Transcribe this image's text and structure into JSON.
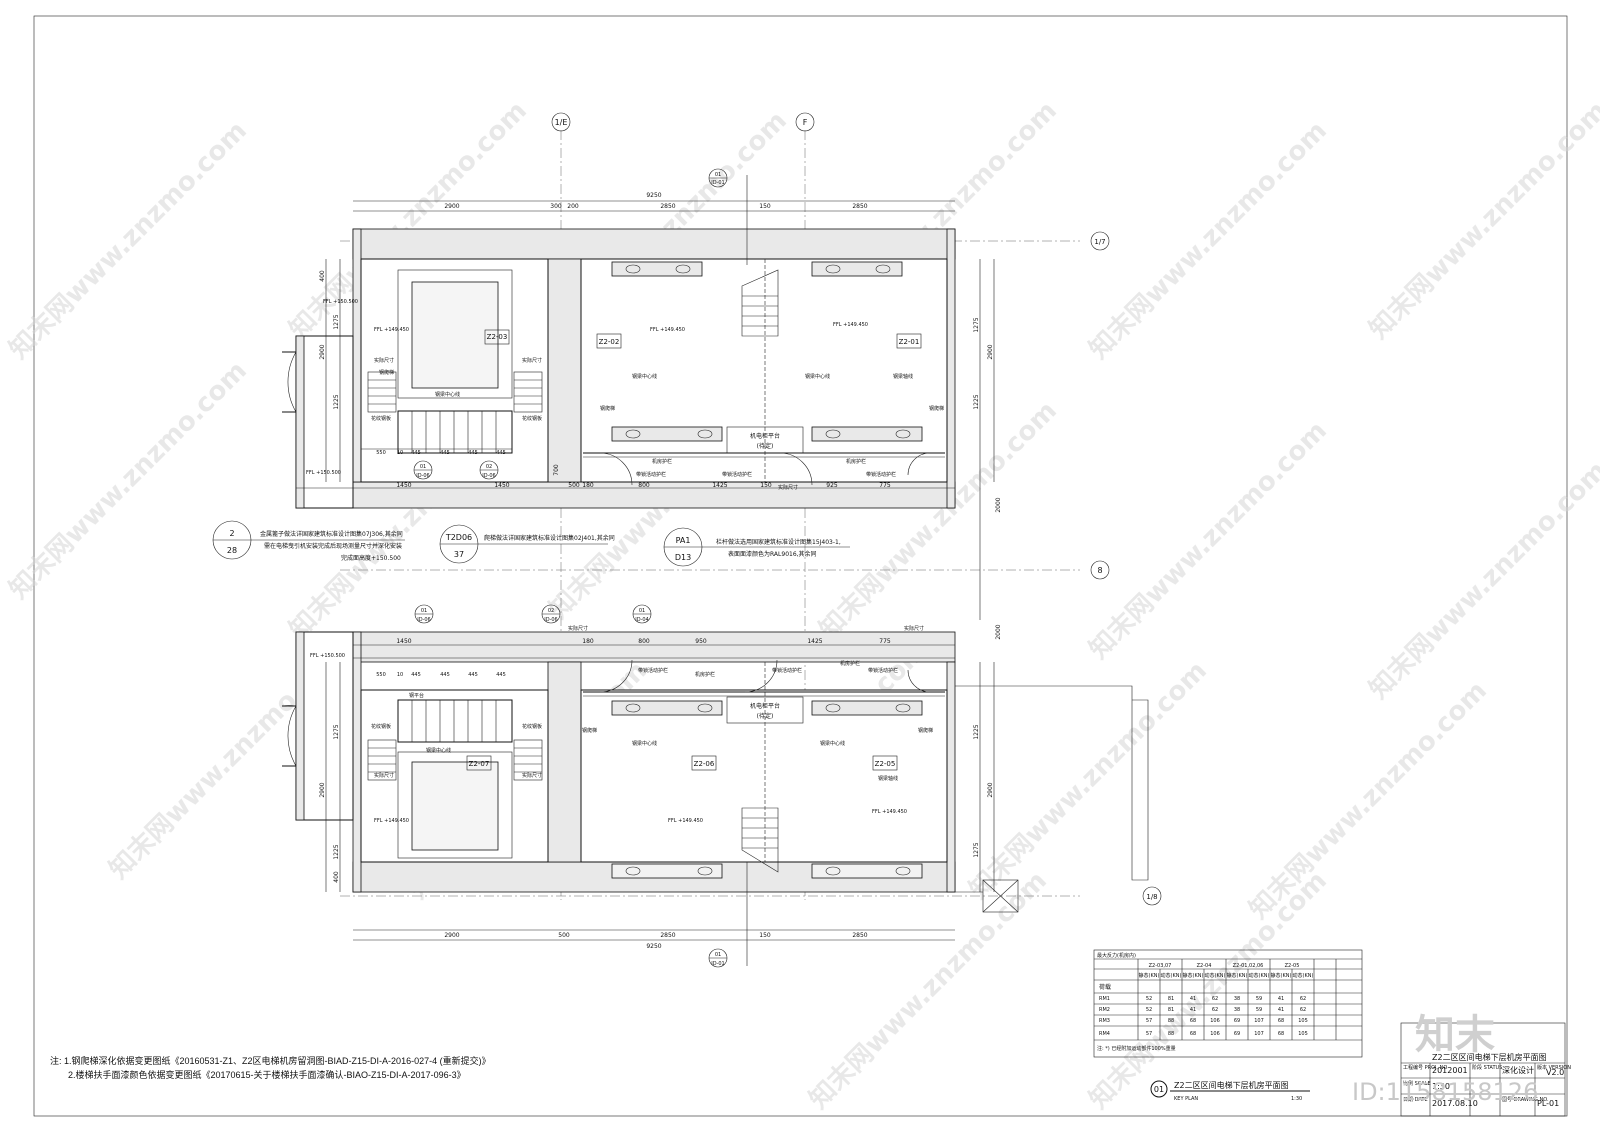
{
  "grid_labels": {
    "top_left": "1/E",
    "top_mid": "F",
    "right_top": "1/7",
    "right_mid": "8",
    "right_bottom": "1/8"
  },
  "rooms": {
    "z2_03": "Z2-03",
    "z2_02": "Z2-02",
    "z2_01": "Z2-01",
    "z2_07": "Z2-07",
    "z2_06": "Z2-06",
    "z2_05": "Z2-05"
  },
  "dims_top": {
    "total": "9250",
    "d1": "2900",
    "d2": "300",
    "d3": "200",
    "d4": "2850",
    "d5": "150",
    "d6": "2850"
  },
  "dims_bottom_upper": {
    "d1": "1450",
    "d2": "1450",
    "d3": "500",
    "d4": "180",
    "d5": "800",
    "d6": "1425",
    "d7": "150",
    "d8": "925",
    "d9": "775"
  },
  "dims_mid_lower": {
    "d1": "1450",
    "d2": "180",
    "d3": "800",
    "d4": "950",
    "d5": "1425",
    "d6": "775"
  },
  "dims_bottom": {
    "total": "9250",
    "d1": "2900",
    "d2": "500",
    "d3": "2850",
    "d4": "150",
    "d5": "2850"
  },
  "dims_left": {
    "a": "400",
    "b": "1275",
    "c": "2900",
    "d": "1225",
    "e": "700"
  },
  "dims_right": {
    "a": "1275",
    "b": "2900",
    "c": "1225",
    "d": "2000",
    "e": "2000"
  },
  "dims_small": {
    "a": "550",
    "b": "10",
    "c": "445",
    "d": "445",
    "e": "445",
    "f": "445"
  },
  "labels": {
    "ffl_top": "FFL +149.450",
    "ffl_left": "FFL +150.500",
    "center_line": "钢梁中心线",
    "real_size": "实际尺寸",
    "steel_ladder": "钢爬梯",
    "pattern_plate": "花纹钢板",
    "machine_platform": "机电柜平台",
    "tbd": "(待定)",
    "machine_rail": "机房护栏",
    "movable_rail": "带锁活动护栏",
    "rail_a": "钢梁轴线",
    "steel_platform": "钢平台"
  },
  "callouts": {
    "top_01": {
      "num": "01",
      "ref": "ID-01"
    },
    "bot_01": {
      "num": "01",
      "ref": "ID-01"
    },
    "c_01": {
      "num": "01",
      "ref": "ID-06"
    },
    "c_02": {
      "num": "02",
      "ref": "ID-06"
    },
    "c_l01": {
      "num": "01",
      "ref": "ID-06"
    },
    "c_l02": {
      "num": "02",
      "ref": "ID-06"
    },
    "c_l03": {
      "num": "01",
      "ref": "ID-04"
    }
  },
  "detail_refs": [
    {
      "top": "2",
      "bottom": "28",
      "text1": "金属篦子做法详国家建筑标准设计图集07J306,其余同",
      "text2": "需在电梯曳引机安装完成后现场测量尺寸并深化安装",
      "text3": "完成面高度+150.500"
    },
    {
      "top": "T2D06",
      "bottom": "37",
      "text1": "爬梯做法详国家建筑标准设计图集02J401,其余同"
    },
    {
      "top": "PA1",
      "bottom": "D13",
      "text1": "栏杆做法选用国家建筑标准设计图集15J403-1,",
      "text2": "表面面漆颜色为RAL9016,其余同"
    }
  ],
  "load_table": {
    "title": "最大反力(机房内)",
    "groups": [
      "Z2-03,07",
      "Z2-04",
      "Z2-01,02,06",
      "Z2-05"
    ],
    "subheads": [
      "静态(KN)",
      "动态(KN)",
      "静态(KN)",
      "动态(KN)",
      "静态(KN)",
      "动态(KN)",
      "静态(KN)",
      "动态(KN)"
    ],
    "row_header": "荷载",
    "rows": [
      {
        "name": "RM1",
        "vals": [
          "52",
          "81",
          "41",
          "62",
          "38",
          "59",
          "41",
          "62"
        ]
      },
      {
        "name": "RM2",
        "vals": [
          "52",
          "81",
          "41",
          "62",
          "38",
          "59",
          "41",
          "62"
        ]
      },
      {
        "name": "RM3",
        "vals": [
          "57",
          "88",
          "68",
          "106",
          "69",
          "107",
          "68",
          "105"
        ]
      },
      {
        "name": "RM4",
        "vals": [
          "57",
          "88",
          "68",
          "106",
          "69",
          "107",
          "68",
          "105"
        ]
      }
    ],
    "note": "注: *) 已经附加运动部件100%重量"
  },
  "drawing_title": {
    "num": "01",
    "title": "Z2二区区间电梯下层机房平面图",
    "subtitle": "KEY PLAN",
    "scale": "1:30"
  },
  "title_block": {
    "logo": "知末",
    "sheet_title": "Z2二区区间电梯下层机房平面图",
    "proj_label": "工程编号 PROJ. NO",
    "proj_no": "2012001",
    "stage_label": "阶段 STATUS",
    "stage": "深化设计",
    "version_label": "版本 VERSION",
    "version": "V2.0",
    "scale_label": "比例 SCALE",
    "scale": "1:30",
    "date_label": "日期 DATE",
    "date": "2017.08.10",
    "drawing_no_label": "图号 DRAWING NO.",
    "drawing_no": "PL-01"
  },
  "watermark": {
    "text": "知末网www.znzmo.com",
    "id": "ID:1158158126"
  },
  "notes": {
    "line1": "注: 1.钢爬梯深化依据变更图纸《20160531-Z1、Z2区电梯机房留洞图-BIAD-Z15-DI-A-2016-027-4 (重新提交)》",
    "line2": "2.楼梯扶手面漆颜色依据变更图纸《20170615-关于楼梯扶手面漆确认-BIAO-Z15-DI-A-2017-096-3》"
  }
}
